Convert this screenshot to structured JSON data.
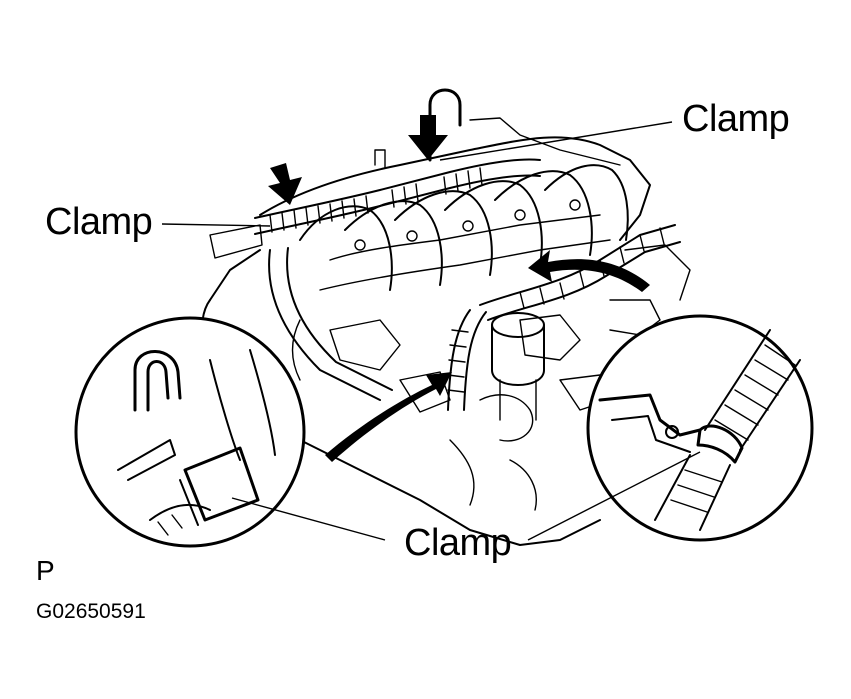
{
  "labels": {
    "clamp_top_right": "Clamp",
    "clamp_left": "Clamp",
    "clamp_bottom": "Clamp"
  },
  "footer": {
    "view_letter": "P",
    "figure_code": "G02650591"
  },
  "colors": {
    "ink": "#000000",
    "paper": "#ffffff"
  }
}
